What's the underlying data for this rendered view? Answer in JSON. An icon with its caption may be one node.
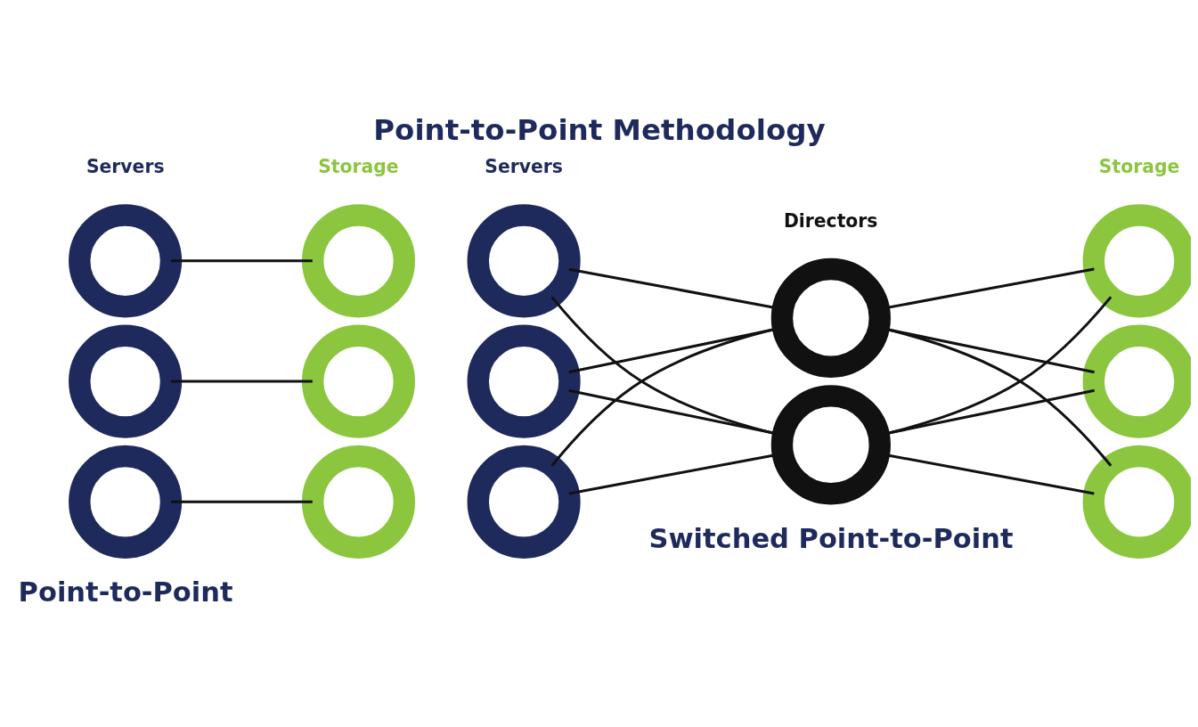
{
  "diagram": {
    "title": "Point-to-Point Methodology",
    "nodes": [
      {
        "text": [],
        "shape": "circle"
      },
      {
        "text": [],
        "shape": "circle"
      },
      {
        "text": [],
        "shape": "circle"
      },
      {
        "text": [],
        "shape": "circle"
      },
      {
        "text": [],
        "shape": "circle"
      },
      {
        "text": [],
        "shape": "circle"
      },
      {
        "text": [],
        "shape": "circle"
      },
      {
        "text": [],
        "shape": "circle"
      },
      {
        "text": [],
        "shape": "circle"
      },
      {
        "text": [],
        "shape": "circle"
      },
      {
        "text": [],
        "shape": "circle"
      },
      {
        "text": [],
        "shape": "circle"
      },
      {
        "text": [],
        "shape": "circle"
      },
      {
        "text": [],
        "shape": "circle"
      }
    ],
    "edges": [
      {
        "from": 0,
        "to": 3,
        "arrow": "none"
      },
      {
        "from": 1,
        "to": 4,
        "arrow": "none"
      },
      {
        "from": 2,
        "to": 5,
        "arrow": "none"
      },
      {
        "from": 6,
        "to": 9,
        "arrow": "none"
      },
      {
        "from": 6,
        "to": 10,
        "arrow": "none"
      },
      {
        "from": 7,
        "to": 9,
        "arrow": "none"
      },
      {
        "from": 7,
        "to": 10,
        "arrow": "none"
      },
      {
        "from": 8,
        "to": 9,
        "arrow": "none"
      },
      {
        "from": 8,
        "to": 10,
        "arrow": "none"
      },
      {
        "from": 9,
        "to": 11,
        "arrow": "none"
      },
      {
        "from": 10,
        "to": 11,
        "arrow": "none"
      },
      {
        "from": 9,
        "to": 12,
        "arrow": "none"
      },
      {
        "from": 10,
        "to": 12,
        "arrow": "none"
      },
      {
        "from": 9,
        "to": 13,
        "arrow": "none"
      },
      {
        "from": 10,
        "to": 13,
        "arrow": "none"
      }
    ],
    "labels": [
      "Servers",
      "Storage",
      "Servers",
      "Storage",
      "Directors",
      "Point-to-Point",
      "Switched Point-to-Point"
    ]
  }
}
